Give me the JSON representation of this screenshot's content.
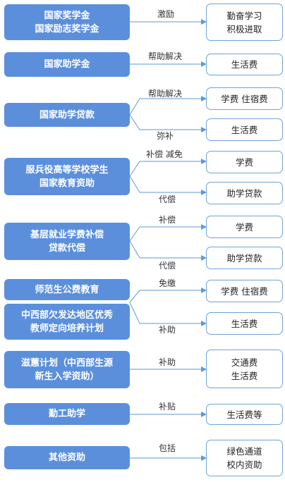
{
  "colors": {
    "left_box_fill": "#5b8fdc",
    "right_box_border": "#6ea3d8",
    "arrow": "#5e9ad6"
  },
  "rows": [
    {
      "left": [
        "国家奖学金",
        "国家励志奖学金"
      ],
      "labels": [
        "激励"
      ],
      "targets": [
        [
          "勤奋学习",
          "积极进取"
        ]
      ]
    },
    {
      "left": [
        "国家助学金"
      ],
      "labels": [
        "帮助解决"
      ],
      "targets": [
        [
          "生活费"
        ]
      ]
    },
    {
      "left": [
        "国家助学贷款"
      ],
      "labels": [
        "帮助解决",
        "弥补"
      ],
      "targets": [
        [
          "学费  住宿费"
        ],
        [
          "生活费"
        ]
      ]
    },
    {
      "left": [
        "服兵役高等学校学生",
        "国家教育资助"
      ],
      "labels": [
        "补偿  减免",
        "代偿"
      ],
      "targets": [
        [
          "学费"
        ],
        [
          "助学贷款"
        ]
      ]
    },
    {
      "left": [
        "基层就业学费补偿",
        "贷款代偿"
      ],
      "labels": [
        "补偿",
        "代偿"
      ],
      "targets": [
        [
          "学费"
        ],
        [
          "助学贷款"
        ]
      ]
    },
    {
      "left_group": [
        [
          "师范生公费教育"
        ],
        [
          "中西部欠发达地区优秀",
          "教师定向培养计划"
        ]
      ],
      "labels": [
        "免缴",
        "补助"
      ],
      "targets": [
        [
          "学费  住宿费"
        ],
        [
          "生活费"
        ]
      ]
    },
    {
      "left": [
        "滋蕙计划（中西部生源",
        "新生入学资助）"
      ],
      "labels": [
        "补助"
      ],
      "targets": [
        [
          "交通费",
          "生活费"
        ]
      ]
    },
    {
      "left": [
        "勤工助学"
      ],
      "labels": [
        "补贴"
      ],
      "targets": [
        [
          "生活费等"
        ]
      ]
    },
    {
      "left": [
        "其他资助"
      ],
      "labels": [
        "包括"
      ],
      "targets": [
        [
          "绿色通道",
          "校内资助"
        ]
      ]
    }
  ]
}
